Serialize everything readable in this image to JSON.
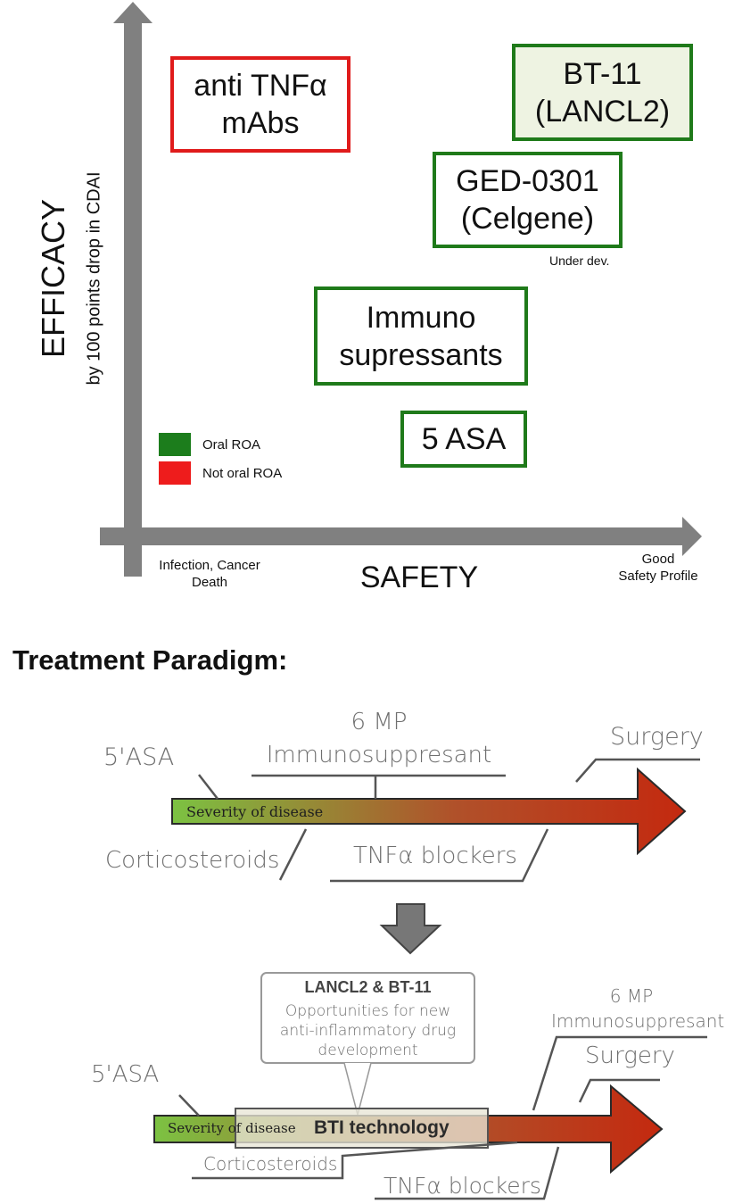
{
  "quadrant": {
    "y_axis_title": "EFFICACY",
    "y_axis_subtitle": "by 100 points drop in CDAI",
    "x_axis_title": "SAFETY",
    "x_axis_left_note_line1": "Infection, Cancer",
    "x_axis_left_note_line2": "Death",
    "x_axis_right_note_line1": "Good",
    "x_axis_right_note_line2": "Safety Profile",
    "boxes": {
      "anti_tnf": {
        "line1": "anti TNFα",
        "line2": "mAbs",
        "color": "#e01b1b"
      },
      "bt11": {
        "line1": "BT-11",
        "line2": "(LANCL2)",
        "color": "#1f7a1a",
        "fill": "#eef3e2"
      },
      "ged": {
        "line1": "GED-0301",
        "line2": "(Celgene)",
        "color": "#1f7a1a"
      },
      "immuno": {
        "line1": "Immuno",
        "line2": "supressants",
        "color": "#1f7a1a"
      },
      "asa": {
        "line1": "5 ASA",
        "color": "#1f7a1a"
      }
    },
    "ged_note": "Under dev.",
    "legend": [
      {
        "label": "Oral ROA",
        "color": "#1c7d1c"
      },
      {
        "label": "Not oral ROA",
        "color": "#ee1c1c"
      }
    ]
  },
  "paradigm": {
    "heading": "Treatment Paradigm:",
    "top": {
      "asa": "5'ASA",
      "mp_line1": "6 MP",
      "mp_line2": "Immunosuppresant",
      "surgery": "Surgery",
      "bar_label": "Severity of disease",
      "cortico": "Corticosteroids",
      "tnf": "TNFα blockers"
    },
    "bottom": {
      "callout_title": "LANCL2 & BT-11",
      "callout_line1": "Opportunities for new",
      "callout_line2": "anti-inflammatory drug",
      "callout_line3": "development",
      "asa": "5'ASA",
      "mp_line1": "6 MP",
      "mp_line2": "Immunosuppresant",
      "surgery": "Surgery",
      "bar_label": "Severity of disease",
      "bti": "BTI technology",
      "cortico": "Corticosteroids",
      "tnf": "TNFα blockers"
    },
    "arrow_gradient": [
      "#7cc242",
      "#b0512a",
      "#c4290f"
    ]
  }
}
